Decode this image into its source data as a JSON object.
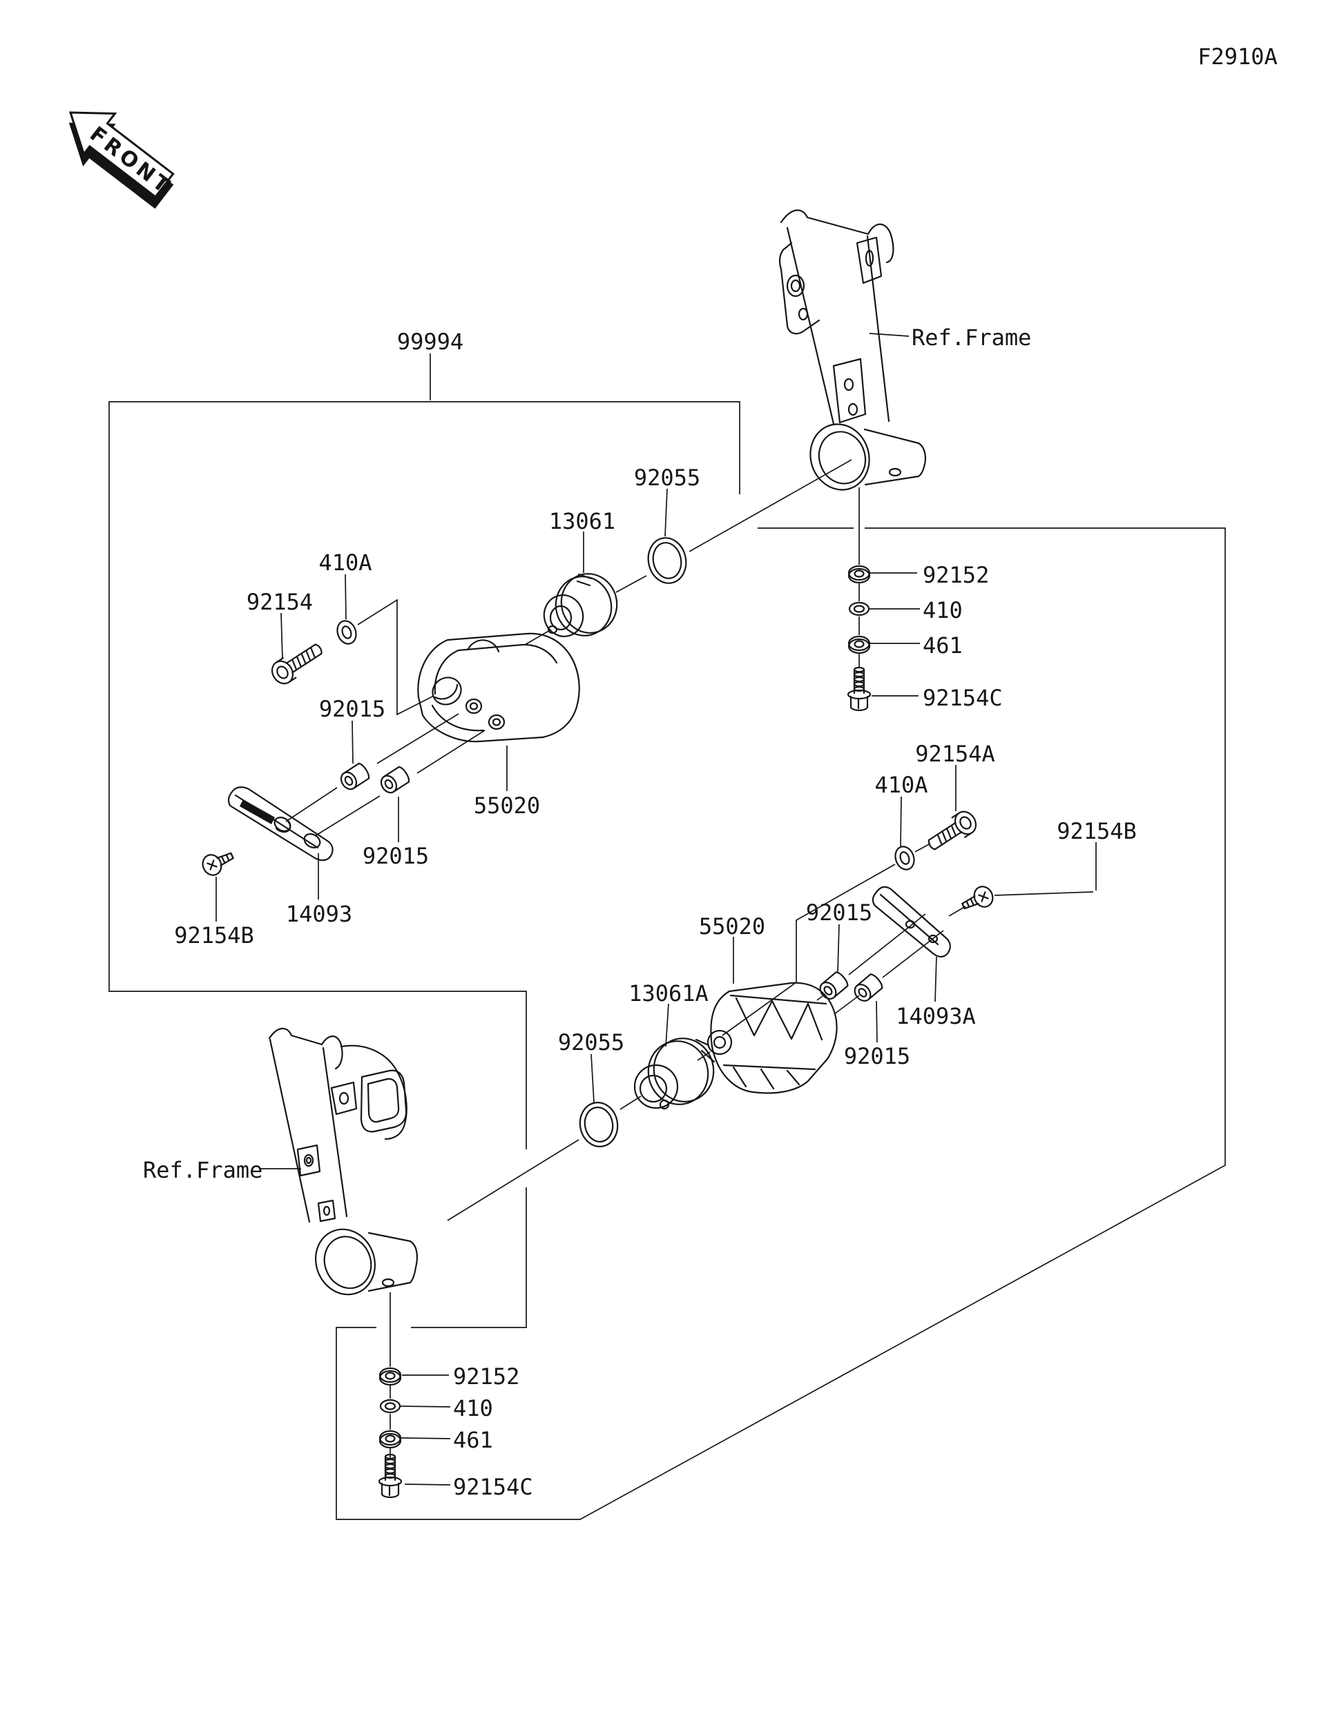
{
  "diagram": {
    "figure_code": "F2910A",
    "front_marker": "FRONT",
    "ref_frame_top": "Ref.Frame",
    "ref_frame_bottom": "Ref.Frame",
    "callouts": {
      "kit": "99994",
      "oring_top": "92055",
      "damper_top": "13061",
      "washer_small_left": "410A",
      "bolt_socket_left": "92154",
      "collar_left_upper": "92015",
      "slider_left": "55020",
      "collar_left_lower": "92015",
      "plate_left": "14093",
      "screw_flat_left": "92154B",
      "washer_lock_top": "92152",
      "washer_plain_top": "410",
      "washer_spring_top": "461",
      "bolt_flange_top": "92154C",
      "bolt_socket_right": "92154A",
      "washer_small_right": "410A",
      "screw_flat_right": "92154B",
      "slider_right": "55020",
      "collar_right_upper": "92015",
      "damper_bottom": "13061A",
      "oring_bottom": "92055",
      "plate_right": "14093A",
      "collar_right_lower": "92015",
      "washer_lock_bottom": "92152",
      "washer_plain_bottom": "410",
      "washer_spring_bottom": "461",
      "bolt_flange_bottom": "92154C"
    }
  }
}
